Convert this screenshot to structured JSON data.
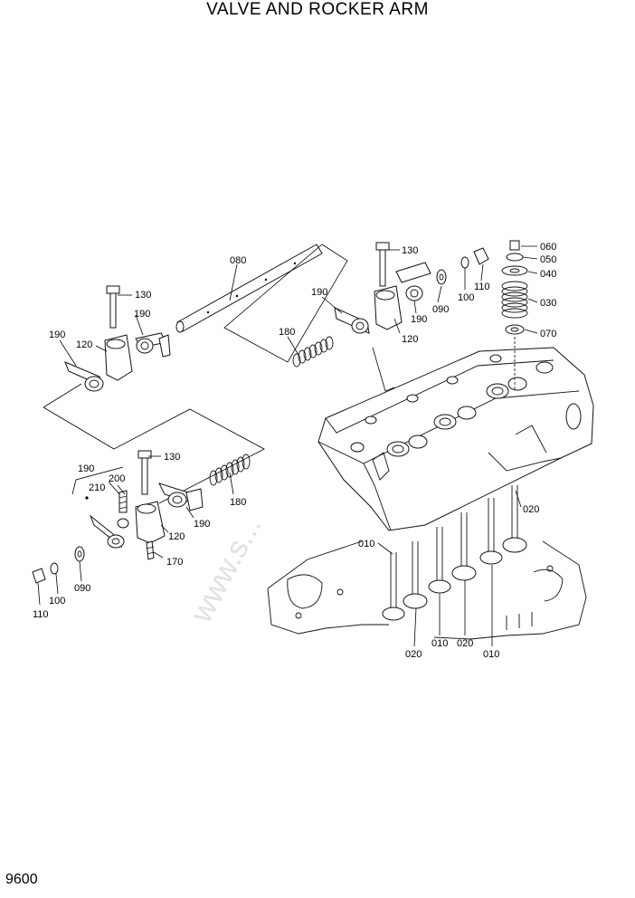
{
  "title": "VALVE AND ROCKER ARM",
  "page_number": "9600",
  "watermark": "www.s...",
  "callouts": {
    "c080": "080",
    "c130a": "130",
    "c190a": "190",
    "c190b": "190",
    "c120a": "120",
    "c180a": "180",
    "c190c": "190",
    "c130b": "130",
    "c190d": "190",
    "c120b": "120",
    "c090a": "090",
    "c100a": "100",
    "c110a": "110",
    "c060": "060",
    "c050": "050",
    "c040": "040",
    "c030": "030",
    "c070": "070",
    "c190e": "190",
    "c210": "210",
    "c200": "200",
    "c130c": "130",
    "c180b": "180",
    "c190f": "190",
    "c120c": "120",
    "c170": "170",
    "c090b": "090",
    "c100b": "100",
    "c110b": "110",
    "c020a": "020",
    "c010a": "010",
    "c020b": "020",
    "c010b": "010",
    "c020c": "020",
    "c010c": "010"
  }
}
